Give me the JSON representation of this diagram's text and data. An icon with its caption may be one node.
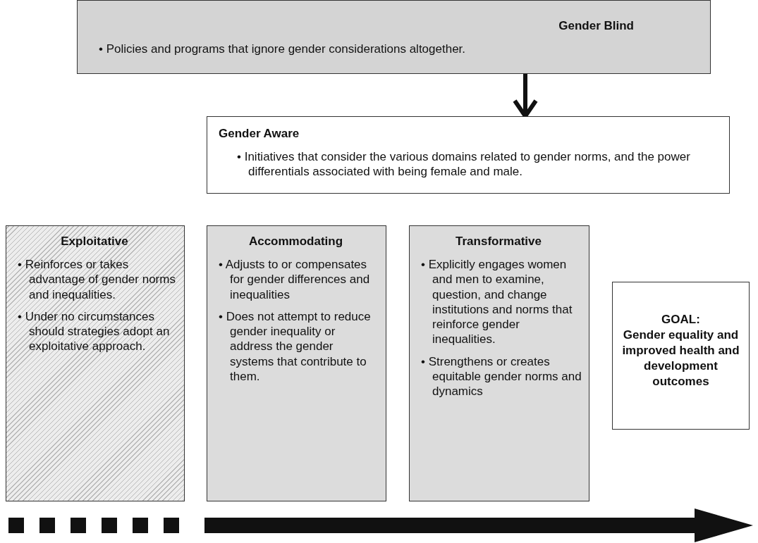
{
  "diagram": {
    "nodes": [
      {
        "text": [
          "Gender Blind",
          "• Policies and programs that ignore gender considerations altogether."
        ]
      },
      {
        "text": [
          "Gender Aware",
          "• Initiatives that consider the various domains related to gender norms, and the power differentials associated with being female and male."
        ]
      },
      {
        "text": [
          "Exploitative",
          "• Reinforces or takes advantage of gender norms and inequalities.",
          "• Under no circumstances should strategies adopt an exploitative approach."
        ]
      },
      {
        "text": [
          "Accommodating",
          "• Adjusts to or compensates for gender differences and inequalities",
          "• Does not attempt to reduce gender inequality or address the gender systems that contribute to them."
        ]
      },
      {
        "text": [
          "Transformative",
          "• Explicitly engages women and men to examine, question, and change institutions and norms that reinforce gender inequalities.",
          "• Strengthens or creates equitable gender norms and dynamics"
        ]
      },
      {
        "text": [
          "GOAL:",
          "Gender equality and improved health and development outcomes"
        ]
      }
    ],
    "edges": [
      {
        "from": 0,
        "to": 1,
        "arrow": "to"
      }
    ]
  }
}
